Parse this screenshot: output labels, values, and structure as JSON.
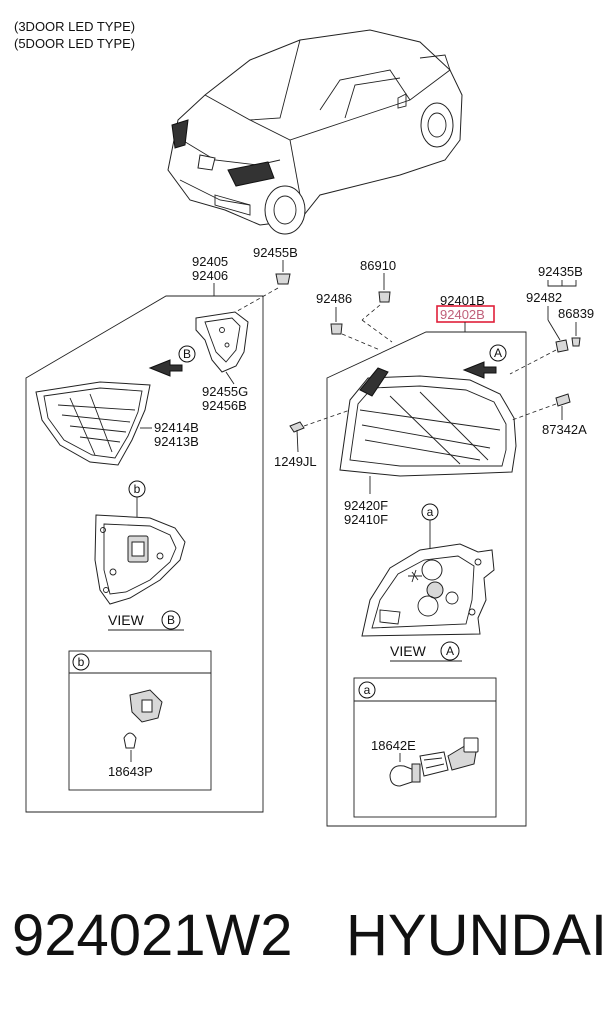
{
  "header": {
    "line1": "(3DOOR LED TYPE)",
    "line2": "(5DOOR LED TYPE)"
  },
  "labels": {
    "p92405": "92405",
    "p92406": "92406",
    "p92455B": "92455B",
    "p86910": "86910",
    "p92486": "92486",
    "p92401B": "92401B",
    "p92402B": "92402B",
    "p92435B": "92435B",
    "p92482": "92482",
    "p86839": "86839",
    "p92455G": "92455G",
    "p92456B": "92456B",
    "p92414B": "92414B",
    "p92413B": "92413B",
    "p1249JL": "1249JL",
    "p87342A": "87342A",
    "p92420F": "92420F",
    "p92410F": "92410F",
    "p18643P": "18643P",
    "p18642E": "18642E"
  },
  "callouts": {
    "A": "A",
    "B": "B",
    "a": "a",
    "b": "b"
  },
  "views": {
    "view_word": "VIEW",
    "view_a_letter": "A",
    "view_b_letter": "B"
  },
  "highlight_color": "#e0203a",
  "footer": {
    "part_number": "924021W2",
    "brand": "HYUNDAI"
  }
}
